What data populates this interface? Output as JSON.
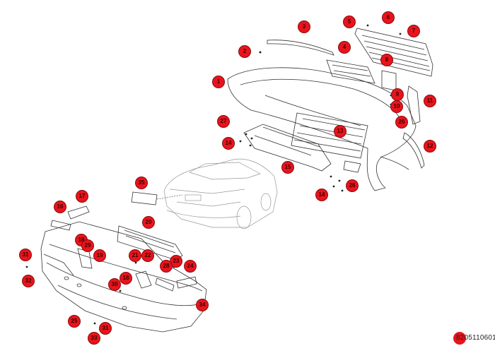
{
  "diagram": {
    "reference_code": "8205110601",
    "callouts": [
      "1",
      "2",
      "3",
      "4",
      "5",
      "6",
      "7",
      "8",
      "9",
      "10",
      "11",
      "12",
      "13",
      "14",
      "15",
      "16",
      "17",
      "18",
      "19",
      "20",
      "21",
      "22",
      "23",
      "24",
      "25",
      "26",
      "27",
      "28",
      "29",
      "30",
      "31",
      "32",
      "33",
      "34",
      "35"
    ],
    "colors": {
      "callout_fill": "#e8141c",
      "line": "#333333",
      "ghost_car": "#999999"
    }
  }
}
